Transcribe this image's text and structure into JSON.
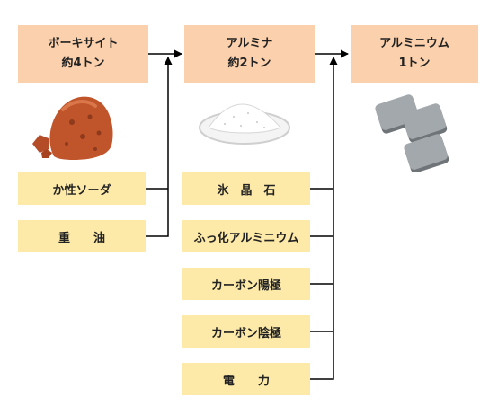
{
  "stages": [
    {
      "name": "ボーキサイト",
      "amount": "約4トン"
    },
    {
      "name": "アルミナ",
      "amount": "約2トン"
    },
    {
      "name": "アルミニウム",
      "amount": "1トン"
    }
  ],
  "inputs_stage1": [
    "か性ソーダ",
    "重　　油"
  ],
  "inputs_stage2": [
    "氷　晶　石",
    "ふっ化アルミニウム",
    "カーボン陽極",
    "カーボン陰極",
    "電　　力"
  ],
  "colors": {
    "main_box": "#fbd0ac",
    "input_box": "#fdeaa8",
    "line": "#000000"
  },
  "illustrations": [
    "bauxite-ore-icon",
    "alumina-powder-icon",
    "aluminum-ingots-icon"
  ]
}
